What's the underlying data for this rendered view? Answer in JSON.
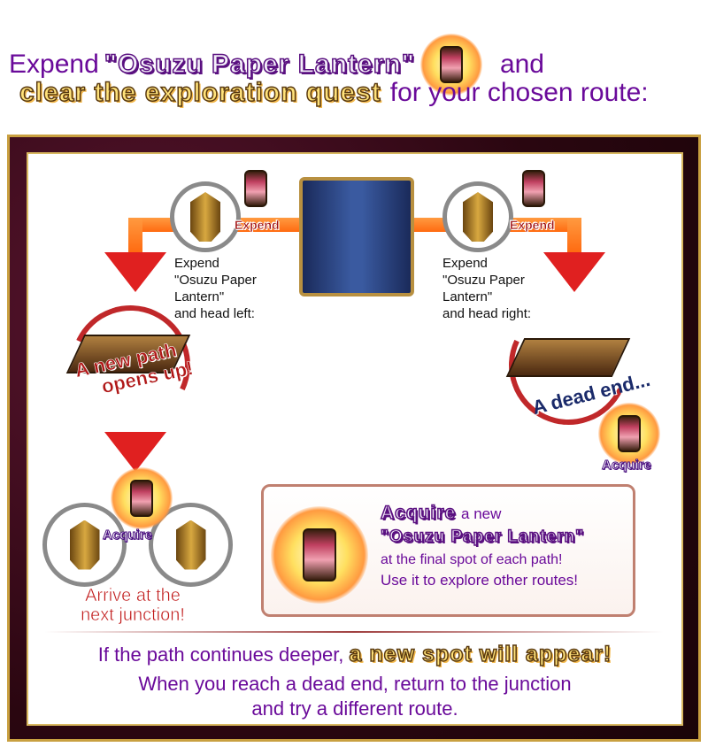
{
  "header": {
    "line1_prefix": "Expend",
    "line1_item": "\"Osuzu Paper Lantern\"",
    "line1_suffix": "and",
    "line2_highlight": "clear the exploration quest",
    "line2_suffix": "for your chosen route:"
  },
  "diagram": {
    "left": {
      "badge": "Expend",
      "desc": [
        "Expend",
        "\"Osuzu Paper",
        "Lantern\"",
        "and head left:"
      ],
      "result": [
        "A new path",
        "opens up!"
      ]
    },
    "right": {
      "badge": "Expend",
      "desc": [
        "Expend",
        "\"Osuzu Paper",
        "Lantern\"",
        "and head right:"
      ],
      "result": "A dead end...",
      "acquire": "Acquire"
    },
    "junction": {
      "acquire": "Acquire",
      "caption": [
        "Arrive at the",
        "next junction!"
      ]
    }
  },
  "info": {
    "acquire": "Acquire",
    "a_new": "a new",
    "item": "\"Osuzu Paper Lantern\"",
    "line3": "at the final spot of each path!",
    "line4": "Use it to explore other routes!"
  },
  "footer": {
    "line1_prefix": "If the path continues deeper,",
    "line1_highlight": "a new spot will appear!",
    "line2": "When you reach a dead end, return to the junction",
    "line3": "and try a different route."
  }
}
